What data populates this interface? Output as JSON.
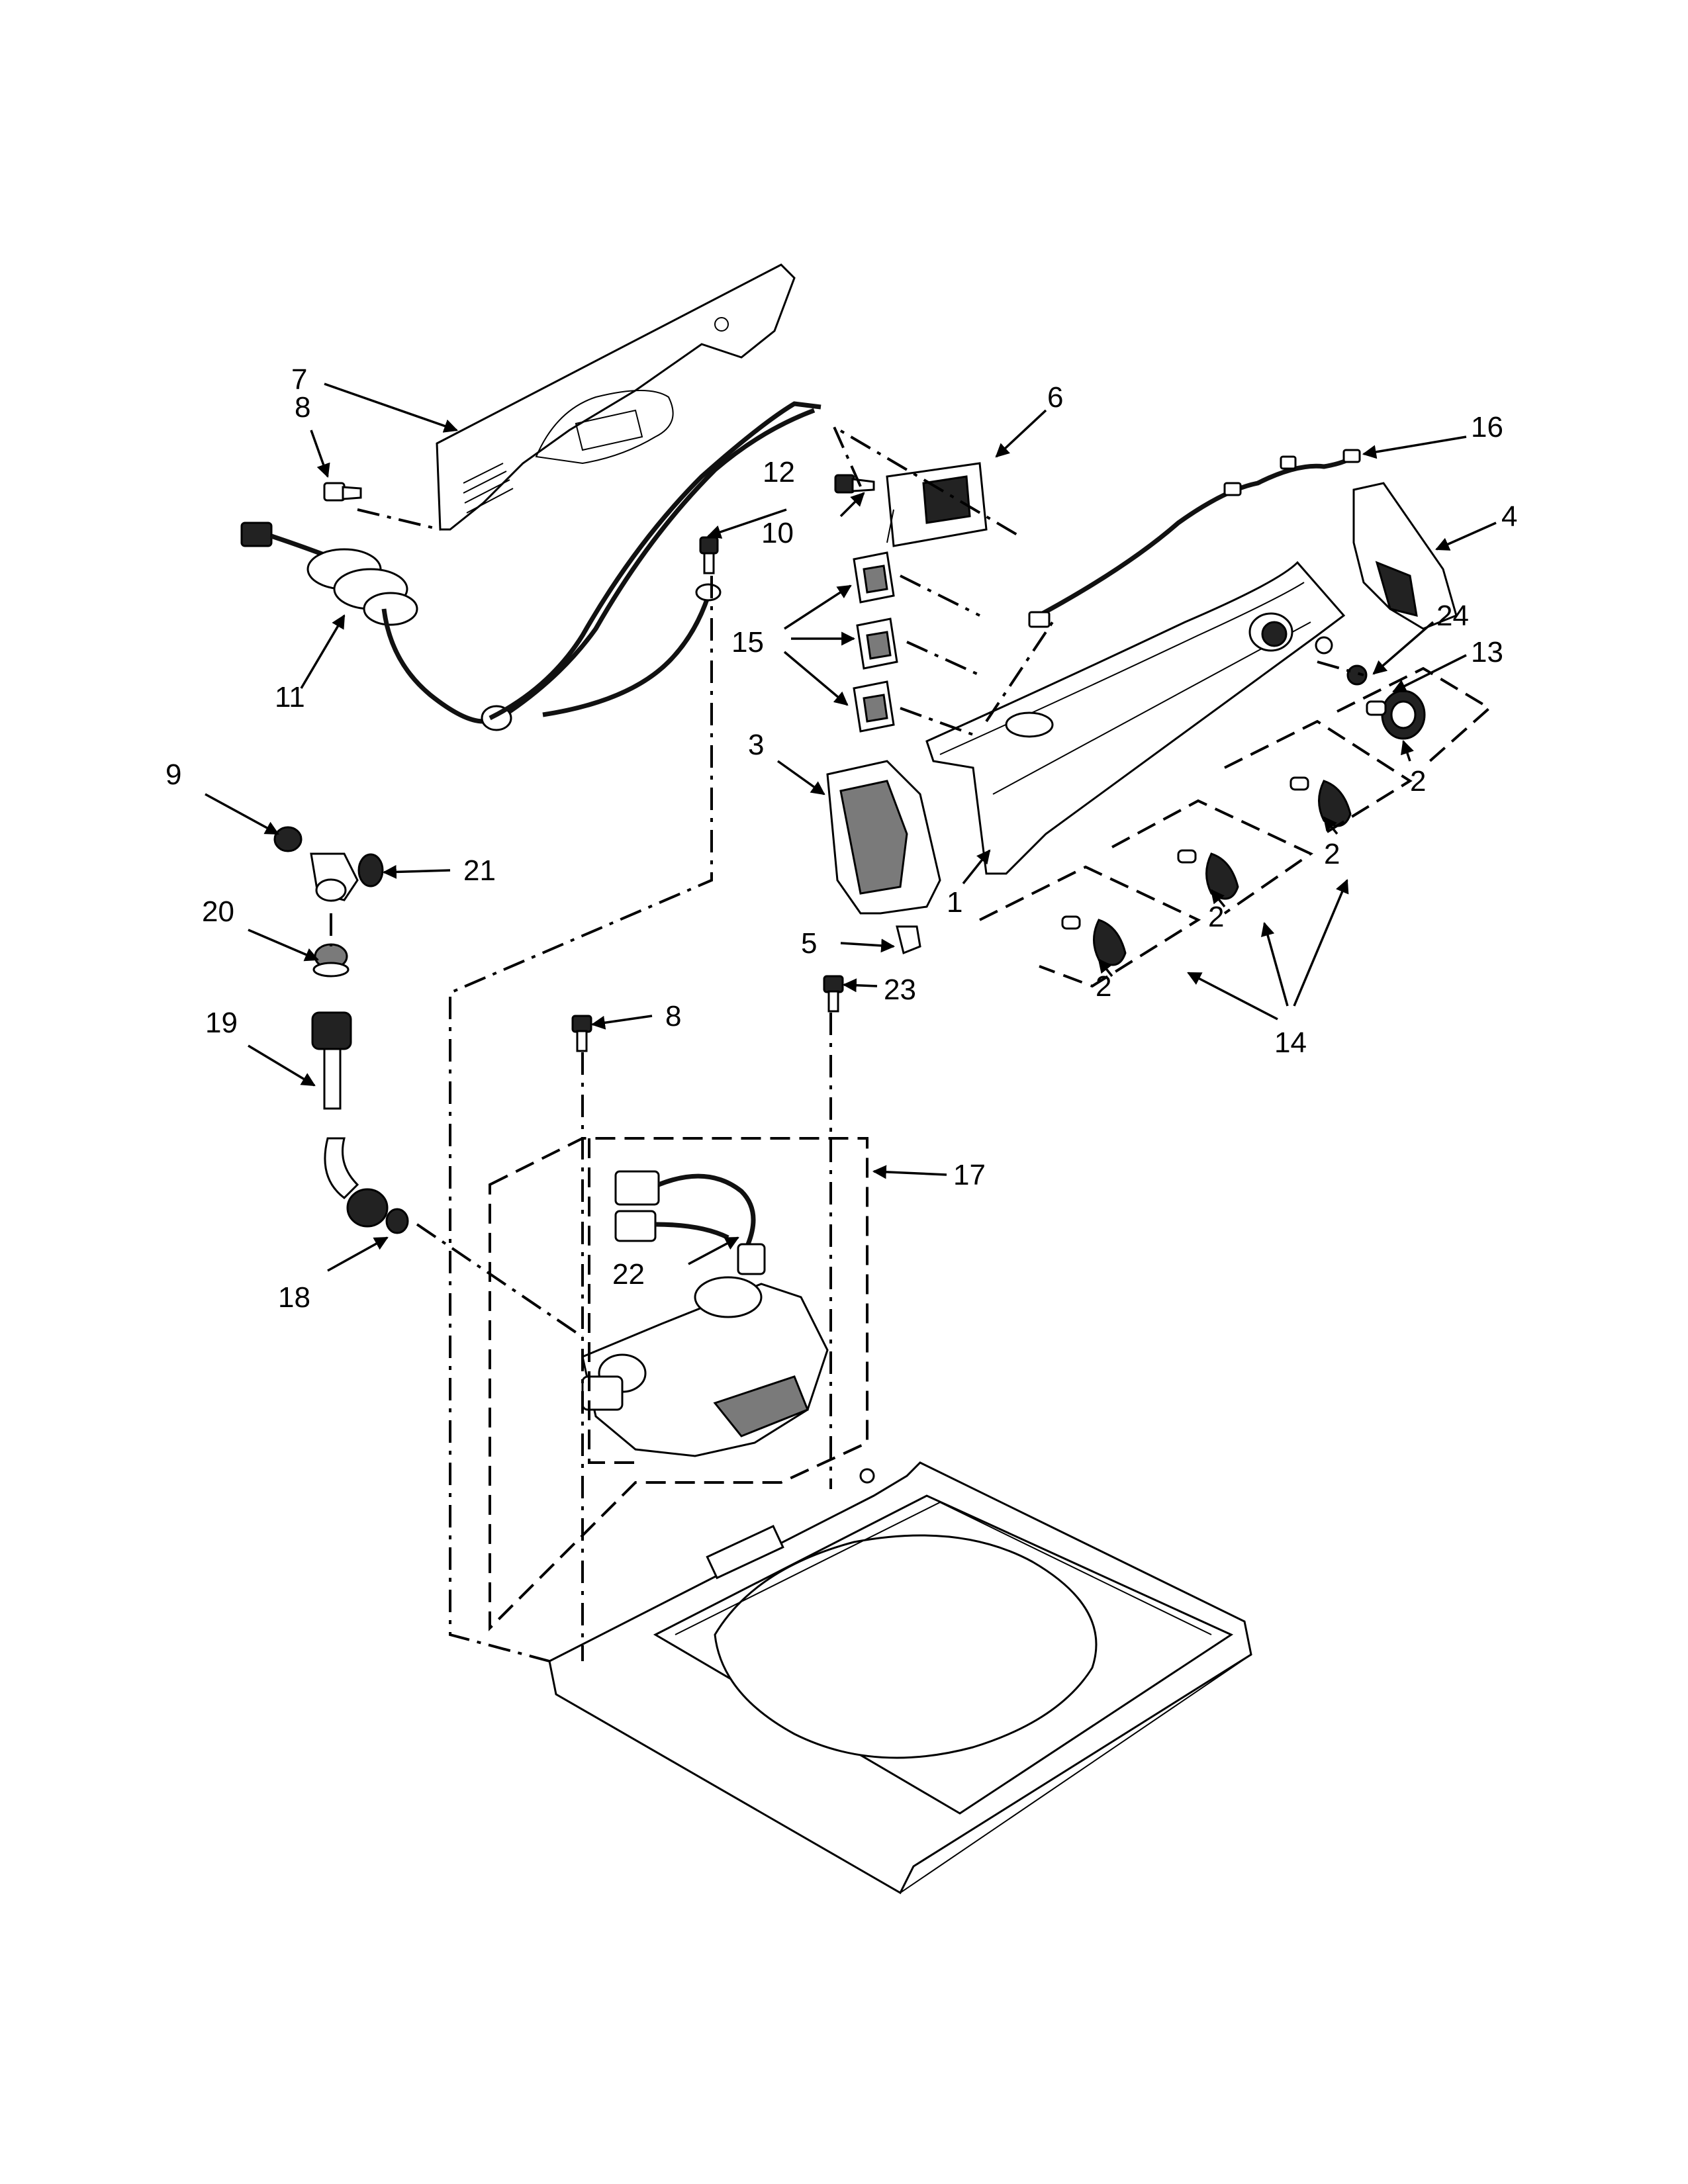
{
  "callouts": {
    "c1": "1",
    "c2a": "2",
    "c2b": "2",
    "c2c": "2",
    "c2d": "2",
    "c3": "3",
    "c4": "4",
    "c5": "5",
    "c6": "6",
    "c7": "7",
    "c8a": "8",
    "c8b": "8",
    "c9": "9",
    "c10": "10",
    "c11": "11",
    "c12": "12",
    "c13": "13",
    "c14": "14",
    "c15": "15",
    "c16": "16",
    "c17": "17",
    "c18": "18",
    "c19": "19",
    "c20": "20",
    "c21": "21",
    "c22": "22",
    "c23": "23",
    "c24": "24"
  }
}
